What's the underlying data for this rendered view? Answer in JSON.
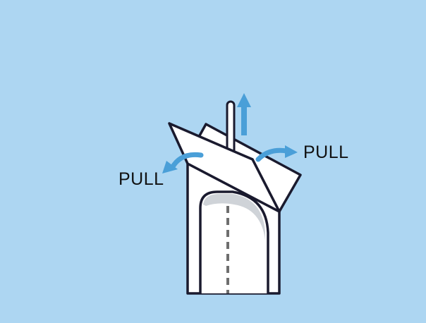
{
  "diagram": {
    "background_color": "#add6f2",
    "arrow_color": "#4a9fd8",
    "outline_color": "#1a1a2e",
    "labels": {
      "left_pull": "PULL",
      "right_pull": "PULL"
    },
    "arrows": [
      {
        "name": "pull-left-arrow",
        "direction": "down-left"
      },
      {
        "name": "pull-right-arrow",
        "direction": "right"
      },
      {
        "name": "pull-up-arrow",
        "direction": "up"
      }
    ]
  }
}
